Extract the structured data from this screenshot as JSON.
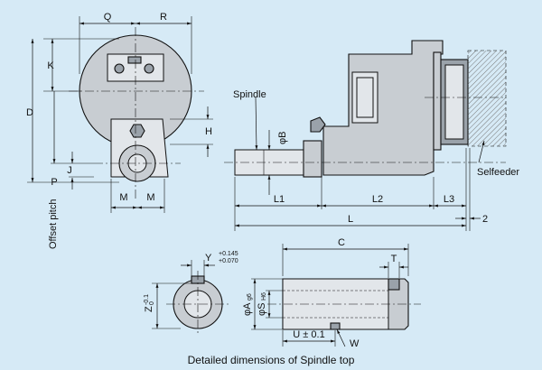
{
  "labels": {
    "Q": "Q",
    "R": "R",
    "K": "K",
    "D": "D",
    "H": "H",
    "J": "J",
    "P": "P",
    "M_left": "M",
    "M_right": "M",
    "offset_pitch": "Offset pitch",
    "spindle": "Spindle",
    "phiB": "φB",
    "L1": "L1",
    "L2": "L2",
    "L3": "L3",
    "L": "L",
    "two": "2",
    "selfeeder": "Selfeeder",
    "C": "C",
    "T": "T",
    "Y": "Y",
    "Y_upper": "+0.145",
    "Y_lower": "+0.070",
    "Z": "Z",
    "Z_upper": "-0.1",
    "Z_lower": "0",
    "phiA": "φA",
    "phiA_tol": "g6",
    "phiS": "φS",
    "phiS_tol": "H6",
    "U": "U ± 0.1",
    "W": "W"
  },
  "caption": "Detailed dimensions of Spindle top"
}
